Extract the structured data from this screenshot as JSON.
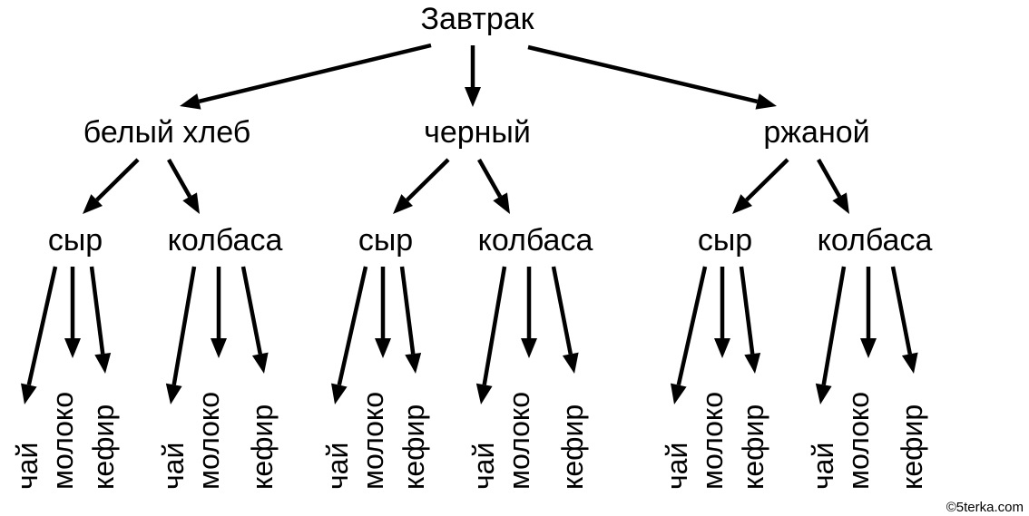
{
  "diagram": {
    "root": "Завтрак",
    "breads": [
      {
        "label": "белый хлеб",
        "fillings": [
          {
            "label": "сыр",
            "drinks": [
              "чай",
              "молоко",
              "кефир"
            ]
          },
          {
            "label": "колбаса",
            "drinks": [
              "чай",
              "молоко",
              "кефир"
            ]
          }
        ]
      },
      {
        "label": "черный",
        "fillings": [
          {
            "label": "сыр",
            "drinks": [
              "чай",
              "молоко",
              "кефир"
            ]
          },
          {
            "label": "колбаса",
            "drinks": [
              "чай",
              "молоко",
              "кефир"
            ]
          }
        ]
      },
      {
        "label": "ржаной",
        "fillings": [
          {
            "label": "сыр",
            "drinks": [
              "чай",
              "молоко",
              "кефир"
            ]
          },
          {
            "label": "колбаса",
            "drinks": [
              "чай",
              "молоко",
              "кефир"
            ]
          }
        ]
      }
    ],
    "watermark": "©5terka.com"
  }
}
